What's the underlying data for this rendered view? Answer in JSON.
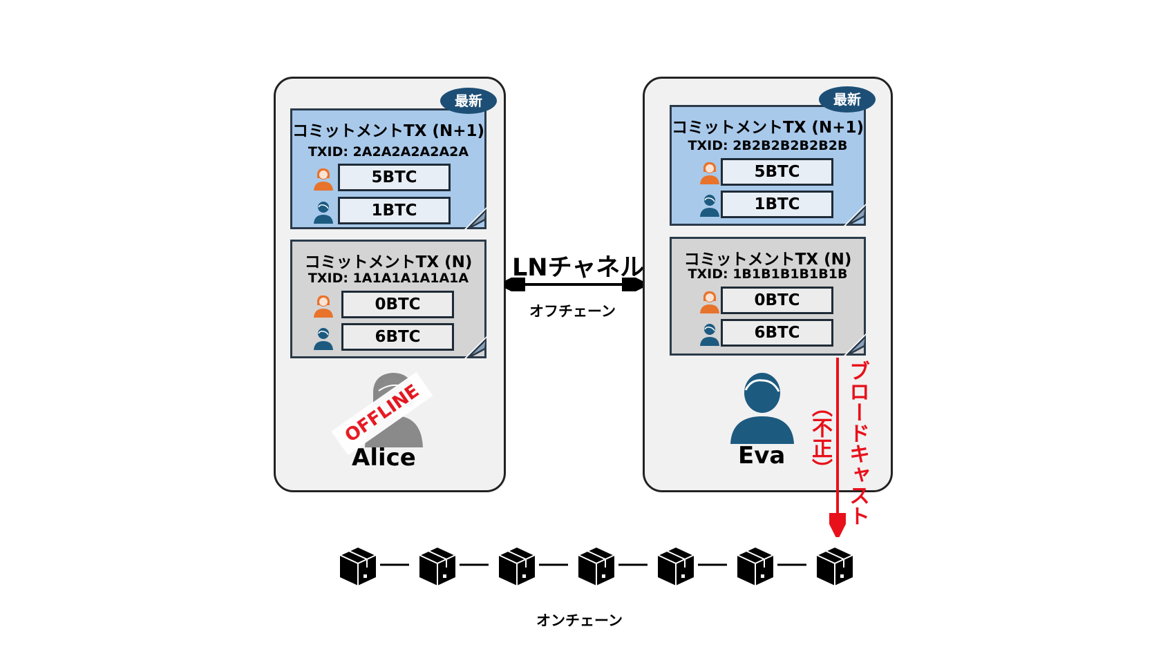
{
  "channel": {
    "label": "LNチャネル",
    "sublabel": "オフチェーン"
  },
  "onchain_label": "オンチェーン",
  "broadcast_label": "ブロードキャスト",
  "fraud_label": "（不正）",
  "badge_label": "最新",
  "alice": {
    "name": "Alice",
    "offline_label": "OFFLINE",
    "cards": [
      {
        "title": "コミットメントTX (N+1)",
        "txid": "TXID: 2A2A2A2A2A2A",
        "amounts": [
          "5BTC",
          "1BTC"
        ]
      },
      {
        "title": "コミットメントTX (N)",
        "txid": "TXID: 1A1A1A1A1A1A",
        "amounts": [
          "0BTC",
          "6BTC"
        ]
      }
    ]
  },
  "eva": {
    "name": "Eva",
    "cards": [
      {
        "title": "コミットメントTX (N+1)",
        "txid": "TXID: 2B2B2B2B2B2B",
        "amounts": [
          "5BTC",
          "1BTC"
        ]
      },
      {
        "title": "コミットメントTX (N)",
        "txid": "TXID: 1B1B1B1B1B1B",
        "amounts": [
          "0BTC",
          "6BTC"
        ]
      }
    ]
  },
  "colors": {
    "female": "#e8732c",
    "male": "#1d5a80",
    "badge": "#1d4f76",
    "fraud": "#e8101a",
    "blue_card": "#a8c9ea",
    "gray_card": "#d4d4d4"
  }
}
